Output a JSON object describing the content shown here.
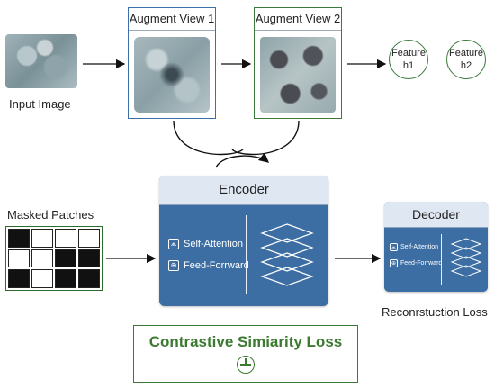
{
  "input": {
    "label": "Input Image"
  },
  "views": [
    {
      "title": "Augment View 1"
    },
    {
      "title": "Augment View 2"
    }
  ],
  "features": [
    {
      "line1": "Feature",
      "line2": "h1"
    },
    {
      "line1": "Feature",
      "line2": "h2"
    }
  ],
  "masked": {
    "label": "Masked Patches",
    "grid": [
      [
        1,
        0,
        0,
        0
      ],
      [
        0,
        0,
        1,
        1
      ],
      [
        1,
        0,
        1,
        1
      ]
    ]
  },
  "encoder": {
    "title": "Encoder",
    "rows": [
      {
        "label": "Self-Attention",
        "icon": "attention-icon"
      },
      {
        "label": "Feed-Forrward",
        "icon": "feed-forward-icon"
      }
    ]
  },
  "decoder": {
    "title": "Decoder",
    "rows": [
      {
        "label": "Self-Attention",
        "icon": "attention-icon"
      },
      {
        "label": "Feed-Forrward",
        "icon": "feed-forward-icon"
      }
    ]
  },
  "reconstruction": {
    "label": "Reconrstuction Loss"
  },
  "loss": {
    "title": "Contrastive Simiarity Loss",
    "icon": "plus-circle-icon"
  },
  "colors": {
    "blue": "#3d6ea3",
    "green": "#3a7a3a",
    "header": "#dfe8f2"
  }
}
